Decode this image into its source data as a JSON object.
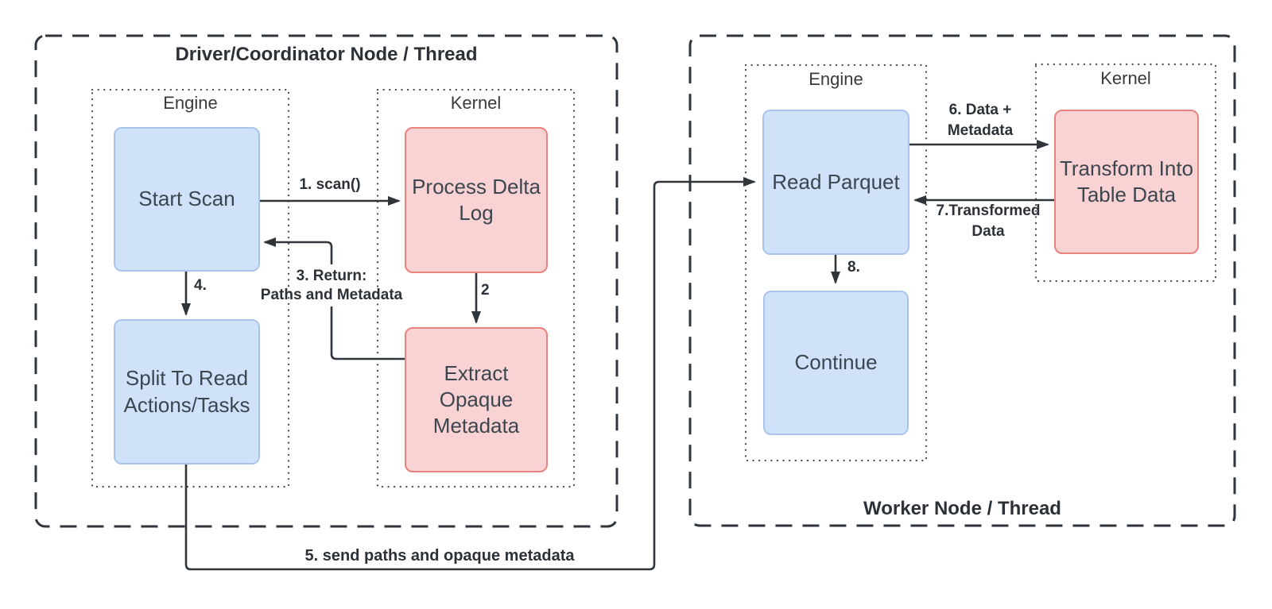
{
  "diagram": {
    "driver": {
      "title": "Driver/Coordinator Node / Thread",
      "engine_label": "Engine",
      "kernel_label": "Kernel",
      "nodes": [
        {
          "label": "Start Scan"
        },
        {
          "label": "Split To Read\nActions/Tasks"
        },
        {
          "label": "Process Delta\nLog"
        },
        {
          "label": "Extract\nOpaque\nMetadata"
        }
      ]
    },
    "worker": {
      "title": "Worker Node / Thread",
      "engine_label": "Engine",
      "kernel_label": "Kernel",
      "nodes": [
        {
          "label": "Read Parquet"
        },
        {
          "label": "Continue"
        },
        {
          "label": "Transform Into\nTable Data"
        }
      ]
    },
    "edges": [
      {
        "label": "1. scan()"
      },
      {
        "label": "2"
      },
      {
        "label": "3. Return:\nPaths and Metadata"
      },
      {
        "label": "4."
      },
      {
        "label": "5. send paths and opaque metadata"
      },
      {
        "label": "6. Data +\nMetadata"
      },
      {
        "label": "7.Transformed\nData"
      },
      {
        "label": "8."
      }
    ]
  },
  "colors": {
    "blue_fill": "#d0e2f9",
    "blue_border": "#a9c4ea",
    "pink_fill": "#f9d2d3",
    "pink_border": "#e8827f",
    "line": "#2f353b"
  }
}
